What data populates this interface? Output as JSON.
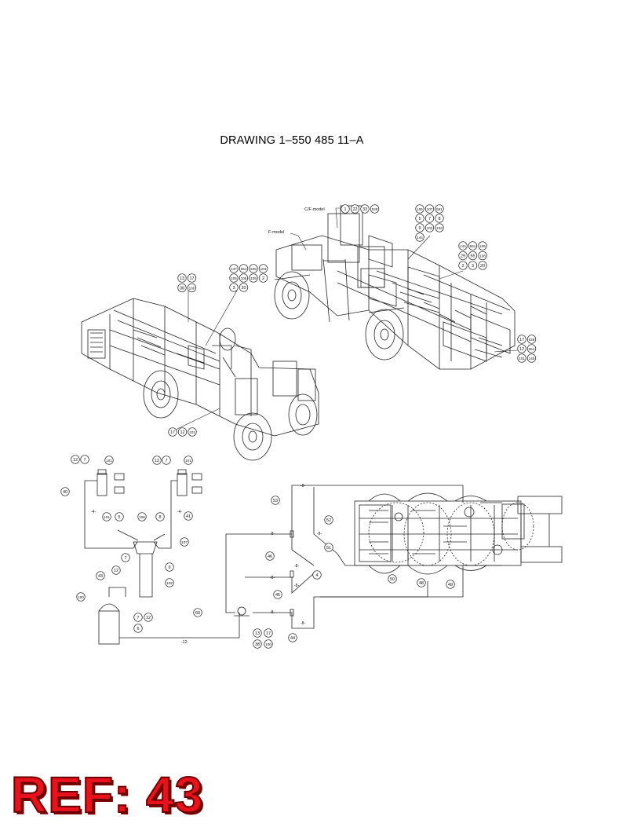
{
  "drawing_title": "DRAWING 1–550 485 11–A",
  "ref_label": "REF: 43",
  "callouts_front": {
    "cf_model_label": "C/F-model",
    "f_model_label": "F-model",
    "top_row": [
      "1",
      "22",
      "33",
      "526"
    ],
    "right_block_1": [
      "106",
      "107",
      "551",
      "5",
      "7",
      "8",
      "9",
      "102",
      "103",
      "144"
    ],
    "right_block_2": [
      "144",
      "551",
      "105",
      "29",
      "55",
      "108",
      "2",
      "3",
      "20"
    ],
    "left_block": [
      "147",
      "551",
      "526",
      "104",
      "105",
      "106",
      "109",
      "2",
      "3",
      "20"
    ],
    "left_small": [
      "13",
      "17",
      "38",
      "100"
    ],
    "bottom_right": [
      "17",
      "526",
      "12",
      "551",
      "101",
      "145"
    ],
    "bottom_left": [
      "17",
      "12",
      "101"
    ]
  },
  "callouts_schematic": {
    "left": [
      "12",
      "7",
      "101",
      "12",
      "7",
      "101",
      "40",
      "41",
      "101",
      "5",
      "106",
      "8",
      "107",
      "7",
      "12",
      "9",
      "43",
      "102",
      "100",
      "7",
      "12",
      "6",
      "60"
    ],
    "center": [
      "53",
      "52",
      "46",
      "51",
      "4",
      "45",
      "50",
      "48",
      "49",
      "44",
      "13",
      "17",
      "38",
      "100"
    ],
    "line_tags": [
      "4",
      "4",
      "8",
      "8",
      "8",
      "8",
      "8",
      "8",
      "8",
      "8",
      "12"
    ]
  }
}
